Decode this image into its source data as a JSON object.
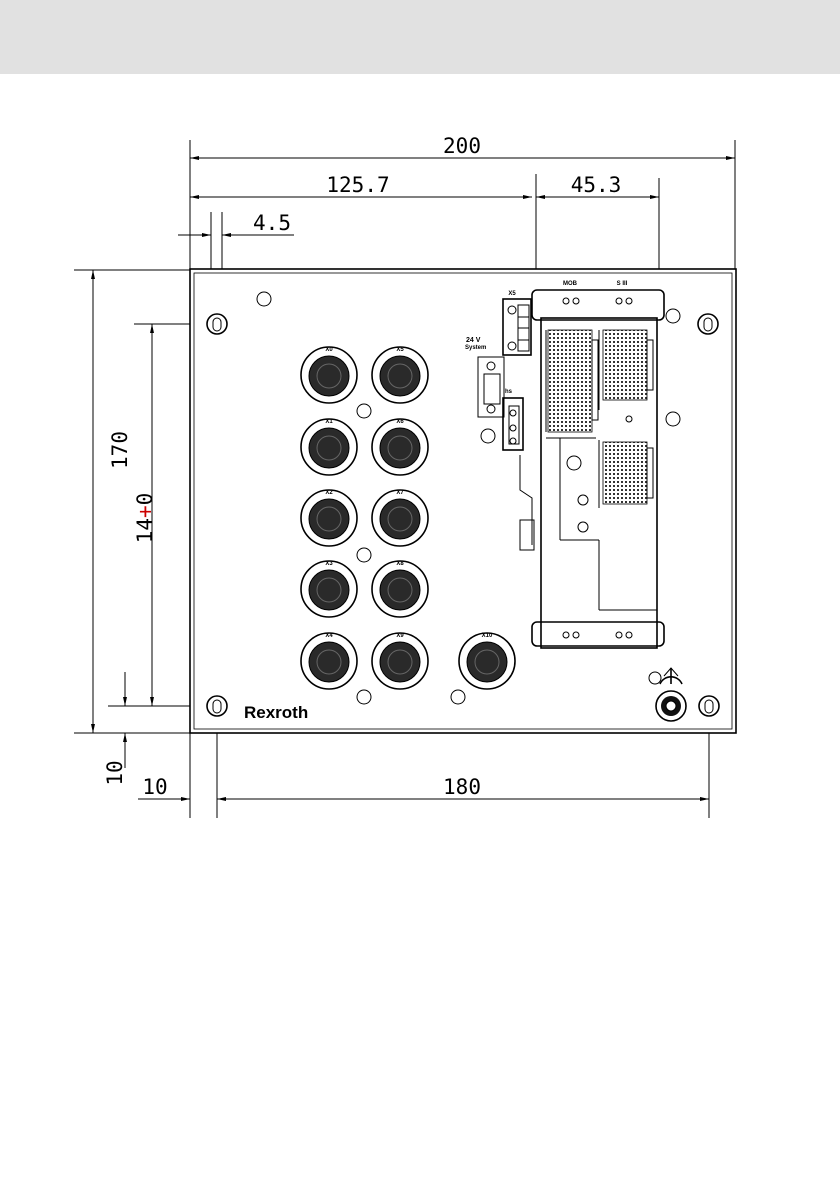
{
  "colors": {
    "header_band": "#e1e1e1",
    "line": "#000000",
    "center_mark": "#cc0000"
  },
  "dimensions": {
    "overall_width": "200",
    "width_to_card": "125.7",
    "card_width": "45.3",
    "hole_offset": "4.5",
    "overall_height": "170",
    "hole_spacing_v_pre": "14",
    "hole_spacing_v_mark": "+",
    "hole_spacing_v_post": "0",
    "bottom_offset": "10",
    "left_offset": "10",
    "hole_spacing_h": "180"
  },
  "panel": {
    "brand": "Rexroth",
    "card_labels": {
      "left": "MOB",
      "right": "S III"
    },
    "terminal_label": "X5",
    "supply_label_line1": "24 V",
    "supply_label_line2": "System",
    "small_label": "hs",
    "connector_labels": [
      "X0",
      "X5",
      "X1",
      "X6",
      "X2",
      "X7",
      "X3",
      "X8",
      "X4",
      "X9",
      "X10"
    ],
    "ground_symbol": "protective-earth-icon"
  }
}
